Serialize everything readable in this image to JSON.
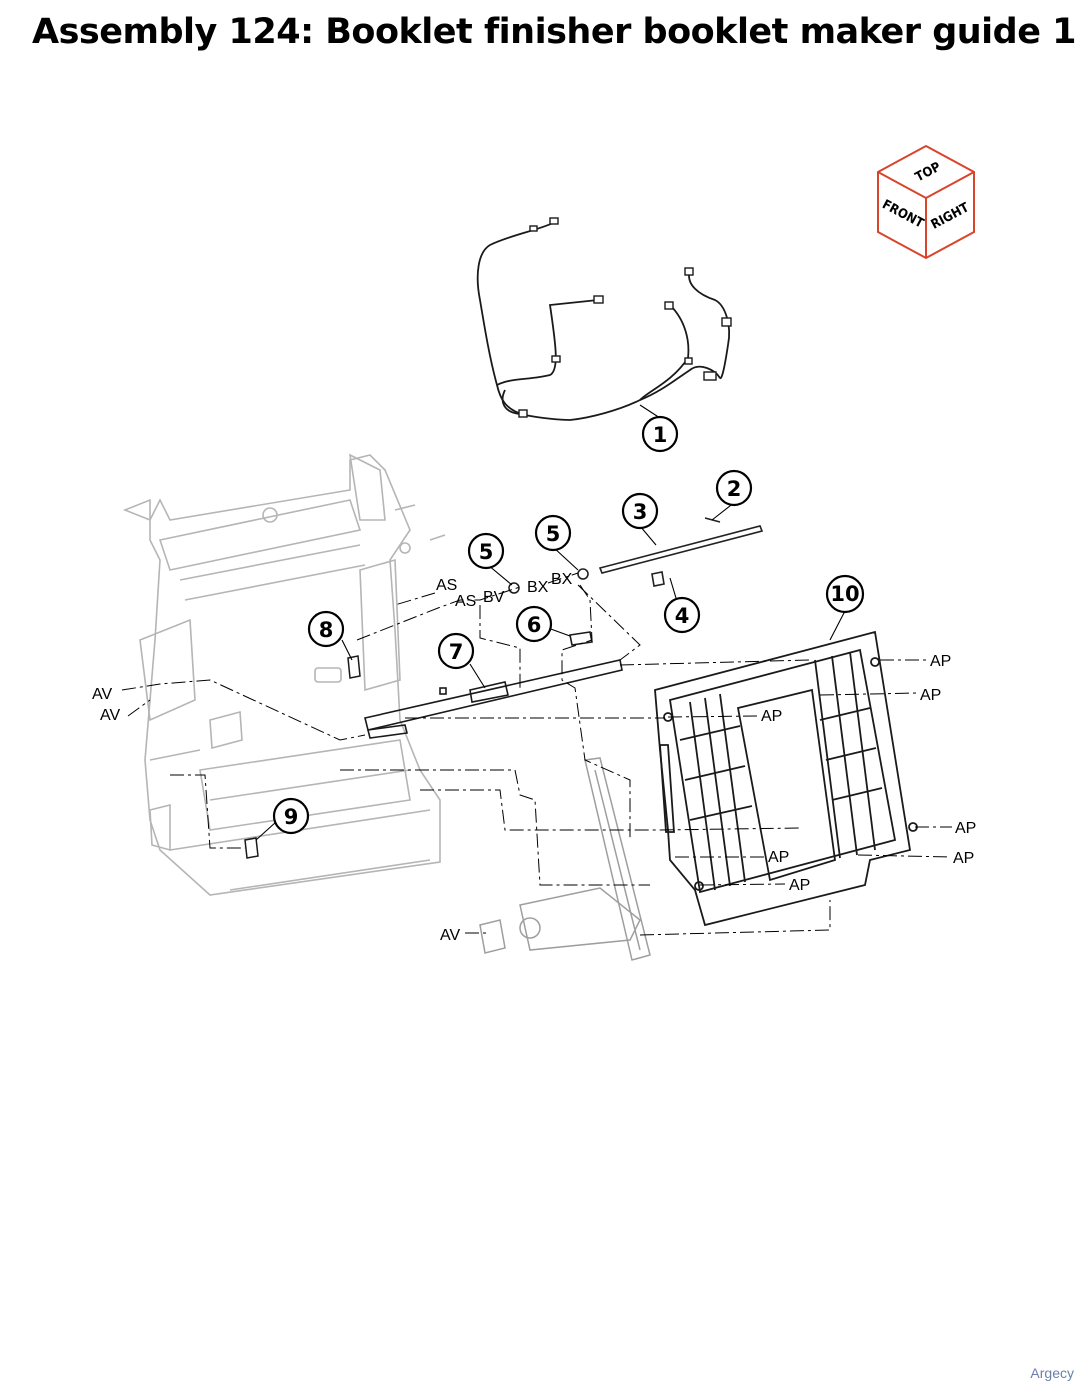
{
  "title": "Assembly 124: Booklet finisher booklet maker guide 1",
  "orientation_cube": {
    "top": "TOP",
    "front": "FRONT",
    "right": "RIGHT",
    "accent": "#d9452b"
  },
  "callouts": {
    "c1": "1",
    "c2": "2",
    "c3": "3",
    "c4": "4",
    "c5a": "5",
    "c5b": "5",
    "c6": "6",
    "c7": "7",
    "c8": "8",
    "c9": "9",
    "c10": "10"
  },
  "refs": {
    "as1": "AS",
    "as2": "AS",
    "bv": "BV",
    "bx1": "BX",
    "bx2": "BX",
    "av1": "AV",
    "av2": "AV",
    "av3": "AV",
    "ap1": "AP",
    "ap2": "AP",
    "ap3": "AP",
    "ap4": "AP",
    "ap5": "AP",
    "ap6": "AP",
    "ap7": "AP"
  },
  "watermark": "Argecy",
  "colors": {
    "line": "#000000",
    "ghost": "#b5b5b5",
    "accent": "#d9452b"
  }
}
